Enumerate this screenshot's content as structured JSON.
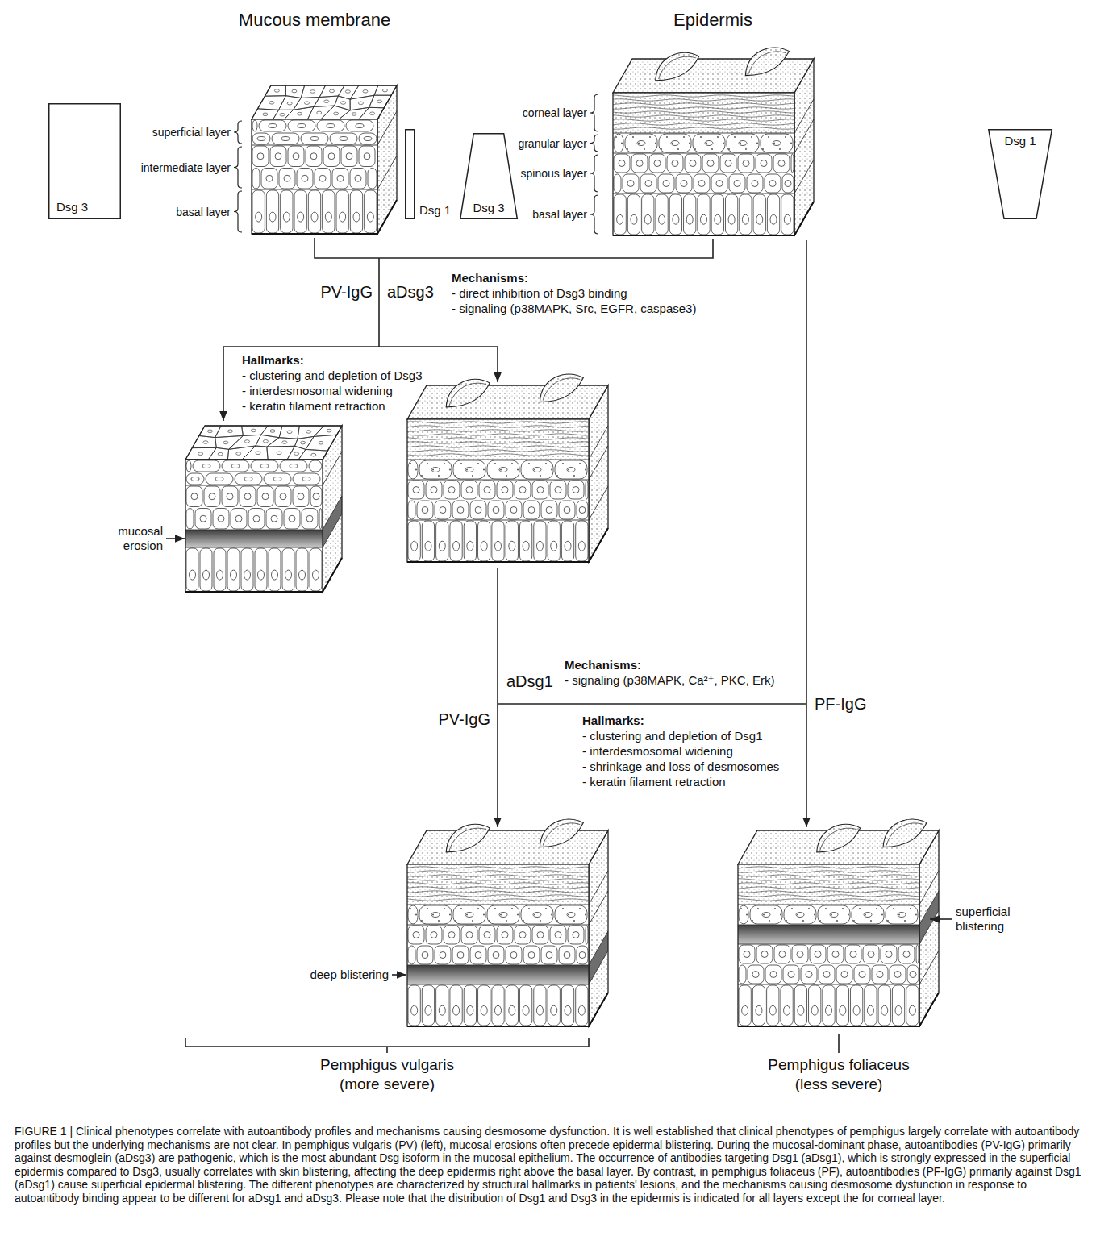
{
  "diagram": {
    "caption": "FIGURE 1 | Clinical phenotypes correlate with autoantibody profiles and mechanisms causing desmosome dysfunction. It is well established that clinical phenotypes of pemphigus largely correlate with autoantibody profiles but the underlying mechanisms are not clear. In pemphigus vulgaris (PV) (left), mucosal erosions often precede epidermal blistering. During the mucosal-dominant phase, autoantibodies (PV-IgG) primarily against desmoglein (aDsg3) are pathogenic, which is the most abundant Dsg isoform in the mucosal epithelium. The occurrence of antibodies targeting Dsg1 (aDsg1), which is strongly expressed in the superficial epidermis compared to Dsg3, usually correlates with skin blistering, affecting the deep epidermis right above the basal layer. By contrast, in pemphigus foliaceus (PF), autoantibodies (PF-IgG) primarily against Dsg1 (aDsg1) cause superficial epidermal blistering. The different phenotypes are characterized by structural hallmarks in patients' lesions, and the mechanisms causing desmosome dysfunction in response to autoantibody binding appear to be different for aDsg1 and aDsg3. Please note that the distribution of Dsg1 and Dsg3 in the epidermis is indicated for all layers except the for corneal layer.",
    "nodes": [
      {
        "text": [
          "Dsg 3"
        ]
      },
      {
        "text": [
          "Dsg 1"
        ]
      },
      {
        "text": [
          "Dsg 3"
        ]
      },
      {
        "text": [
          "Dsg 1"
        ]
      }
    ],
    "labels": [
      "Mucous membrane",
      "Epidermis",
      "superficial layer",
      "intermediate layer",
      "basal layer",
      "corneal layer",
      "granular layer",
      "spinous layer",
      "basal layer",
      "PV-IgG",
      "aDsg3",
      "Mechanisms:",
      "- direct inhibition of Dsg3 binding",
      "- signaling (p38MAPK, Src, EGFR, caspase3)",
      "Hallmarks:",
      "- clustering and depletion of Dsg3",
      "- interdesmosomal widening",
      "- keratin filament retraction",
      "mucosal erosion",
      "aDsg1",
      "Mechanisms:",
      "- signaling (p38MAPK, Ca²⁺, PKC, Erk)",
      "PV-IgG",
      "PF-IgG",
      "Hallmarks:",
      "- clustering and depletion of Dsg1",
      "- interdesmosomal widening",
      "- shrinkage and loss of desmosomes",
      "- keratin filament retraction",
      "deep blistering",
      "superficial blistering",
      "Pemphigus vulgaris",
      "(more severe)",
      "Pemphigus foliaceus",
      "(less severe)"
    ]
  }
}
